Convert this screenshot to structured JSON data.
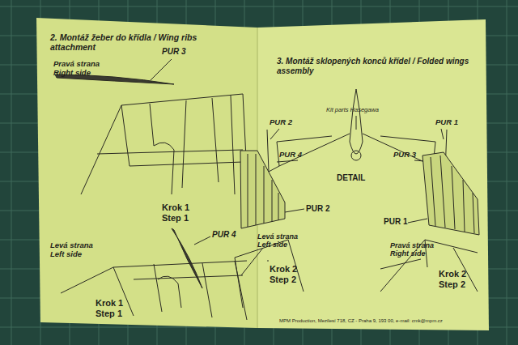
{
  "diagram": {
    "labels": [
      "2. Montáž žeber do křídla / Wing ribs attachment",
      "Pravá strana Right side",
      "PUR 3",
      "Krok 1 Step 1",
      "Levá strana Left side",
      "PUR 4",
      "Krok 1 Step 1",
      "3. Montáž sklopených konců křídel / Folded wings assembly",
      "PUR 2",
      "PUR 1",
      "Kit parts Hasegawa",
      "PUR 4",
      "PUR 3",
      "DETAIL",
      "PUR 2",
      "Levá strana Left side",
      "Krok 2 Step 2",
      "PUR 1",
      "Pravá strana Right side",
      "Krok 2 Step 2",
      "MPM Production, Mezilesí 718, CZ - Praha 9, 193 00, e-mail: cmk@mpm.cz"
    ]
  }
}
